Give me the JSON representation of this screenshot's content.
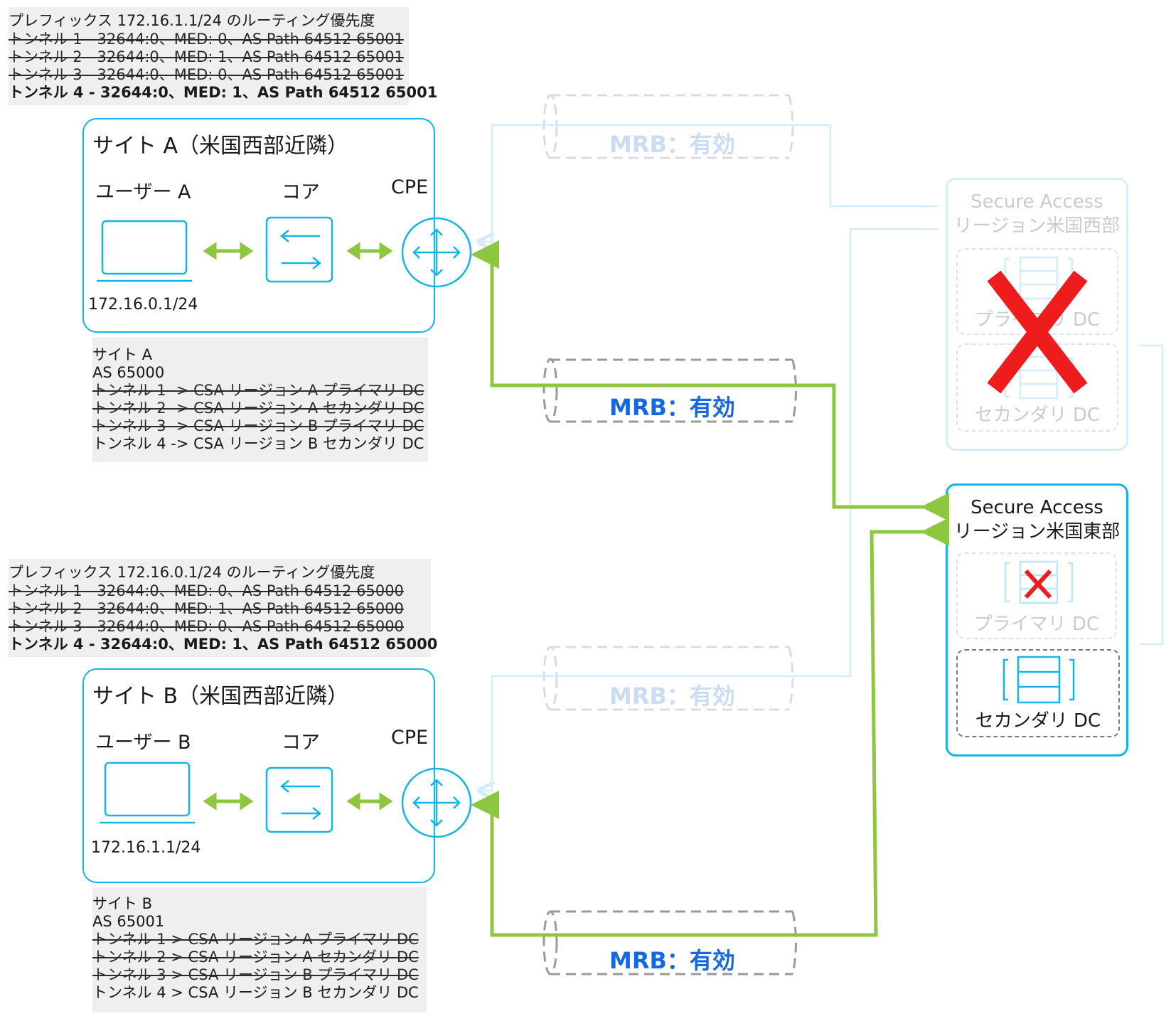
{
  "prefix_a": {
    "title": "プレフィックス 172.16.1.1/24 のルーティング優先度",
    "lines": [
      "トンネル 1 - 32644:0、MED: 0、AS Path 64512 65001",
      "トンネル 2 - 32644:0、MED: 1、AS Path 64512 65001",
      "トンネル 3 - 32644:0、MED: 0、AS Path 64512 65001",
      "トンネル 4 - 32644:0、MED: 1、AS Path 64512 65001"
    ]
  },
  "site_a": {
    "title": "サイト A（米国西部近隣）",
    "user_label": "ユーザー A",
    "core_label": "コア",
    "cpe_label": "CPE",
    "ip": "172.16.0.1/24"
  },
  "site_a_info": {
    "site": "サイト A",
    "as": "AS 65000",
    "tunnels": [
      "トンネル 1 -> CSA リージョン A プライマリ DC",
      "トンネル 2 -> CSA リージョン A セカンダリ DC",
      "トンネル 3 -> CSA リージョン B プライマリ DC",
      "トンネル 4 -> CSA リージョン B セカンダリ DC"
    ]
  },
  "prefix_b": {
    "title": "プレフィックス 172.16.0.1/24 のルーティング優先度",
    "lines": [
      "トンネル 1 - 32644:0、MED: 0、AS Path 64512 65000",
      "トンネル 2 - 32644:0、MED: 1、AS Path 64512 65000",
      "トンネル 3 - 32644:0、MED: 0、AS Path 64512 65000",
      "トンネル 4 - 32644:0、MED: 1、AS Path 64512 65000"
    ]
  },
  "site_b": {
    "title": "サイト B（米国西部近隣）",
    "user_label": "ユーザー B",
    "core_label": "コア",
    "cpe_label": "CPE",
    "ip": "172.16.1.1/24"
  },
  "site_b_info": {
    "site": "サイト B",
    "as": "AS 65001",
    "tunnels": [
      "トンネル 1 > CSA リージョン A プライマリ DC",
      "トンネル 2 > CSA リージョン A セカンダリ DC",
      "トンネル 3 > CSA リージョン B プライマリ DC",
      "トンネル 4 > CSA リージョン B セカンダリ DC"
    ]
  },
  "tunnels": {
    "label": "MRB：有効"
  },
  "region_west": {
    "title_1": "Secure Access",
    "title_2": "リージョン米国西部",
    "primary_dc": "プライマリ DC",
    "secondary_dc": "セカンダリ DC"
  },
  "region_east": {
    "title_1": "Secure Access",
    "title_2": "リージョン米国東部",
    "primary_dc": "プライマリ DC",
    "secondary_dc": "セカンダリ DC"
  },
  "colors": {
    "accent": "#14b3e8",
    "active_path": "#8dc63f",
    "faded_path": "#d4ecf9",
    "failure": "#ee1c1c",
    "mrb_active": "#1569e0"
  }
}
